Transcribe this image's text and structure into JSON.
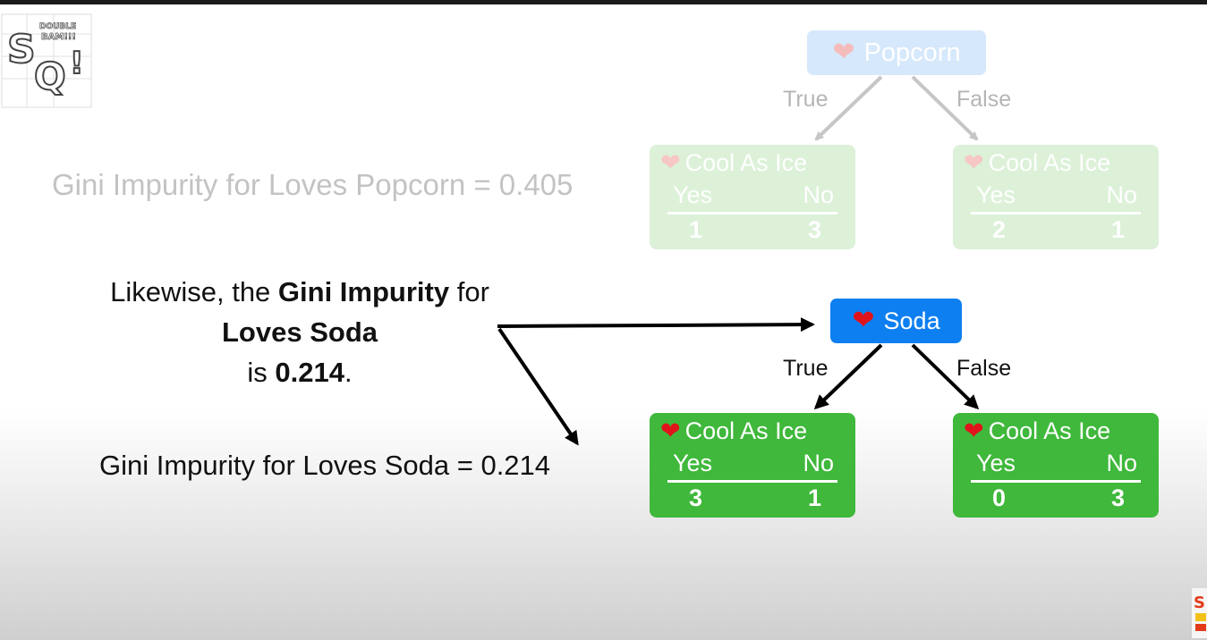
{
  "logo": {
    "big_letters": "SQ!",
    "small_text": "DOUBLE BAM!!!"
  },
  "popcorn_tree": {
    "root_label": "Popcorn",
    "left_edge": "True",
    "right_edge": "False",
    "left_leaf": {
      "title": "Cool As Ice",
      "yes_label": "Yes",
      "no_label": "No",
      "yes_count": "1",
      "no_count": "3"
    },
    "right_leaf": {
      "title": "Cool As Ice",
      "yes_label": "Yes",
      "no_label": "No",
      "yes_count": "2",
      "no_count": "1"
    }
  },
  "gini_popcorn": "Gini Impurity for Loves Popcorn = 0.405",
  "callout": {
    "part1": "Likewise, the ",
    "part2": "Gini Impurity",
    "part3": " for ",
    "part4": "Loves Soda",
    "part5": "is ",
    "part6": "0.214",
    "part7": "."
  },
  "soda_tree": {
    "root_label": "Soda",
    "left_edge": "True",
    "right_edge": "False",
    "left_leaf": {
      "title": "Cool As Ice",
      "yes_label": "Yes",
      "no_label": "No",
      "yes_count": "3",
      "no_count": "1"
    },
    "right_leaf": {
      "title": "Cool As Ice",
      "yes_label": "Yes",
      "no_label": "No",
      "yes_count": "0",
      "no_count": "3"
    }
  },
  "gini_soda": "Gini Impurity for Loves Soda = 0.214",
  "colors": {
    "node_blue": "#0e7ff0",
    "leaf_green": "#3fb83b",
    "heart_red": "#e0131b",
    "faded_blue": "#d6e8fb",
    "faded_green": "#dcf1d8"
  },
  "icons": {
    "heart": "heart-icon"
  }
}
